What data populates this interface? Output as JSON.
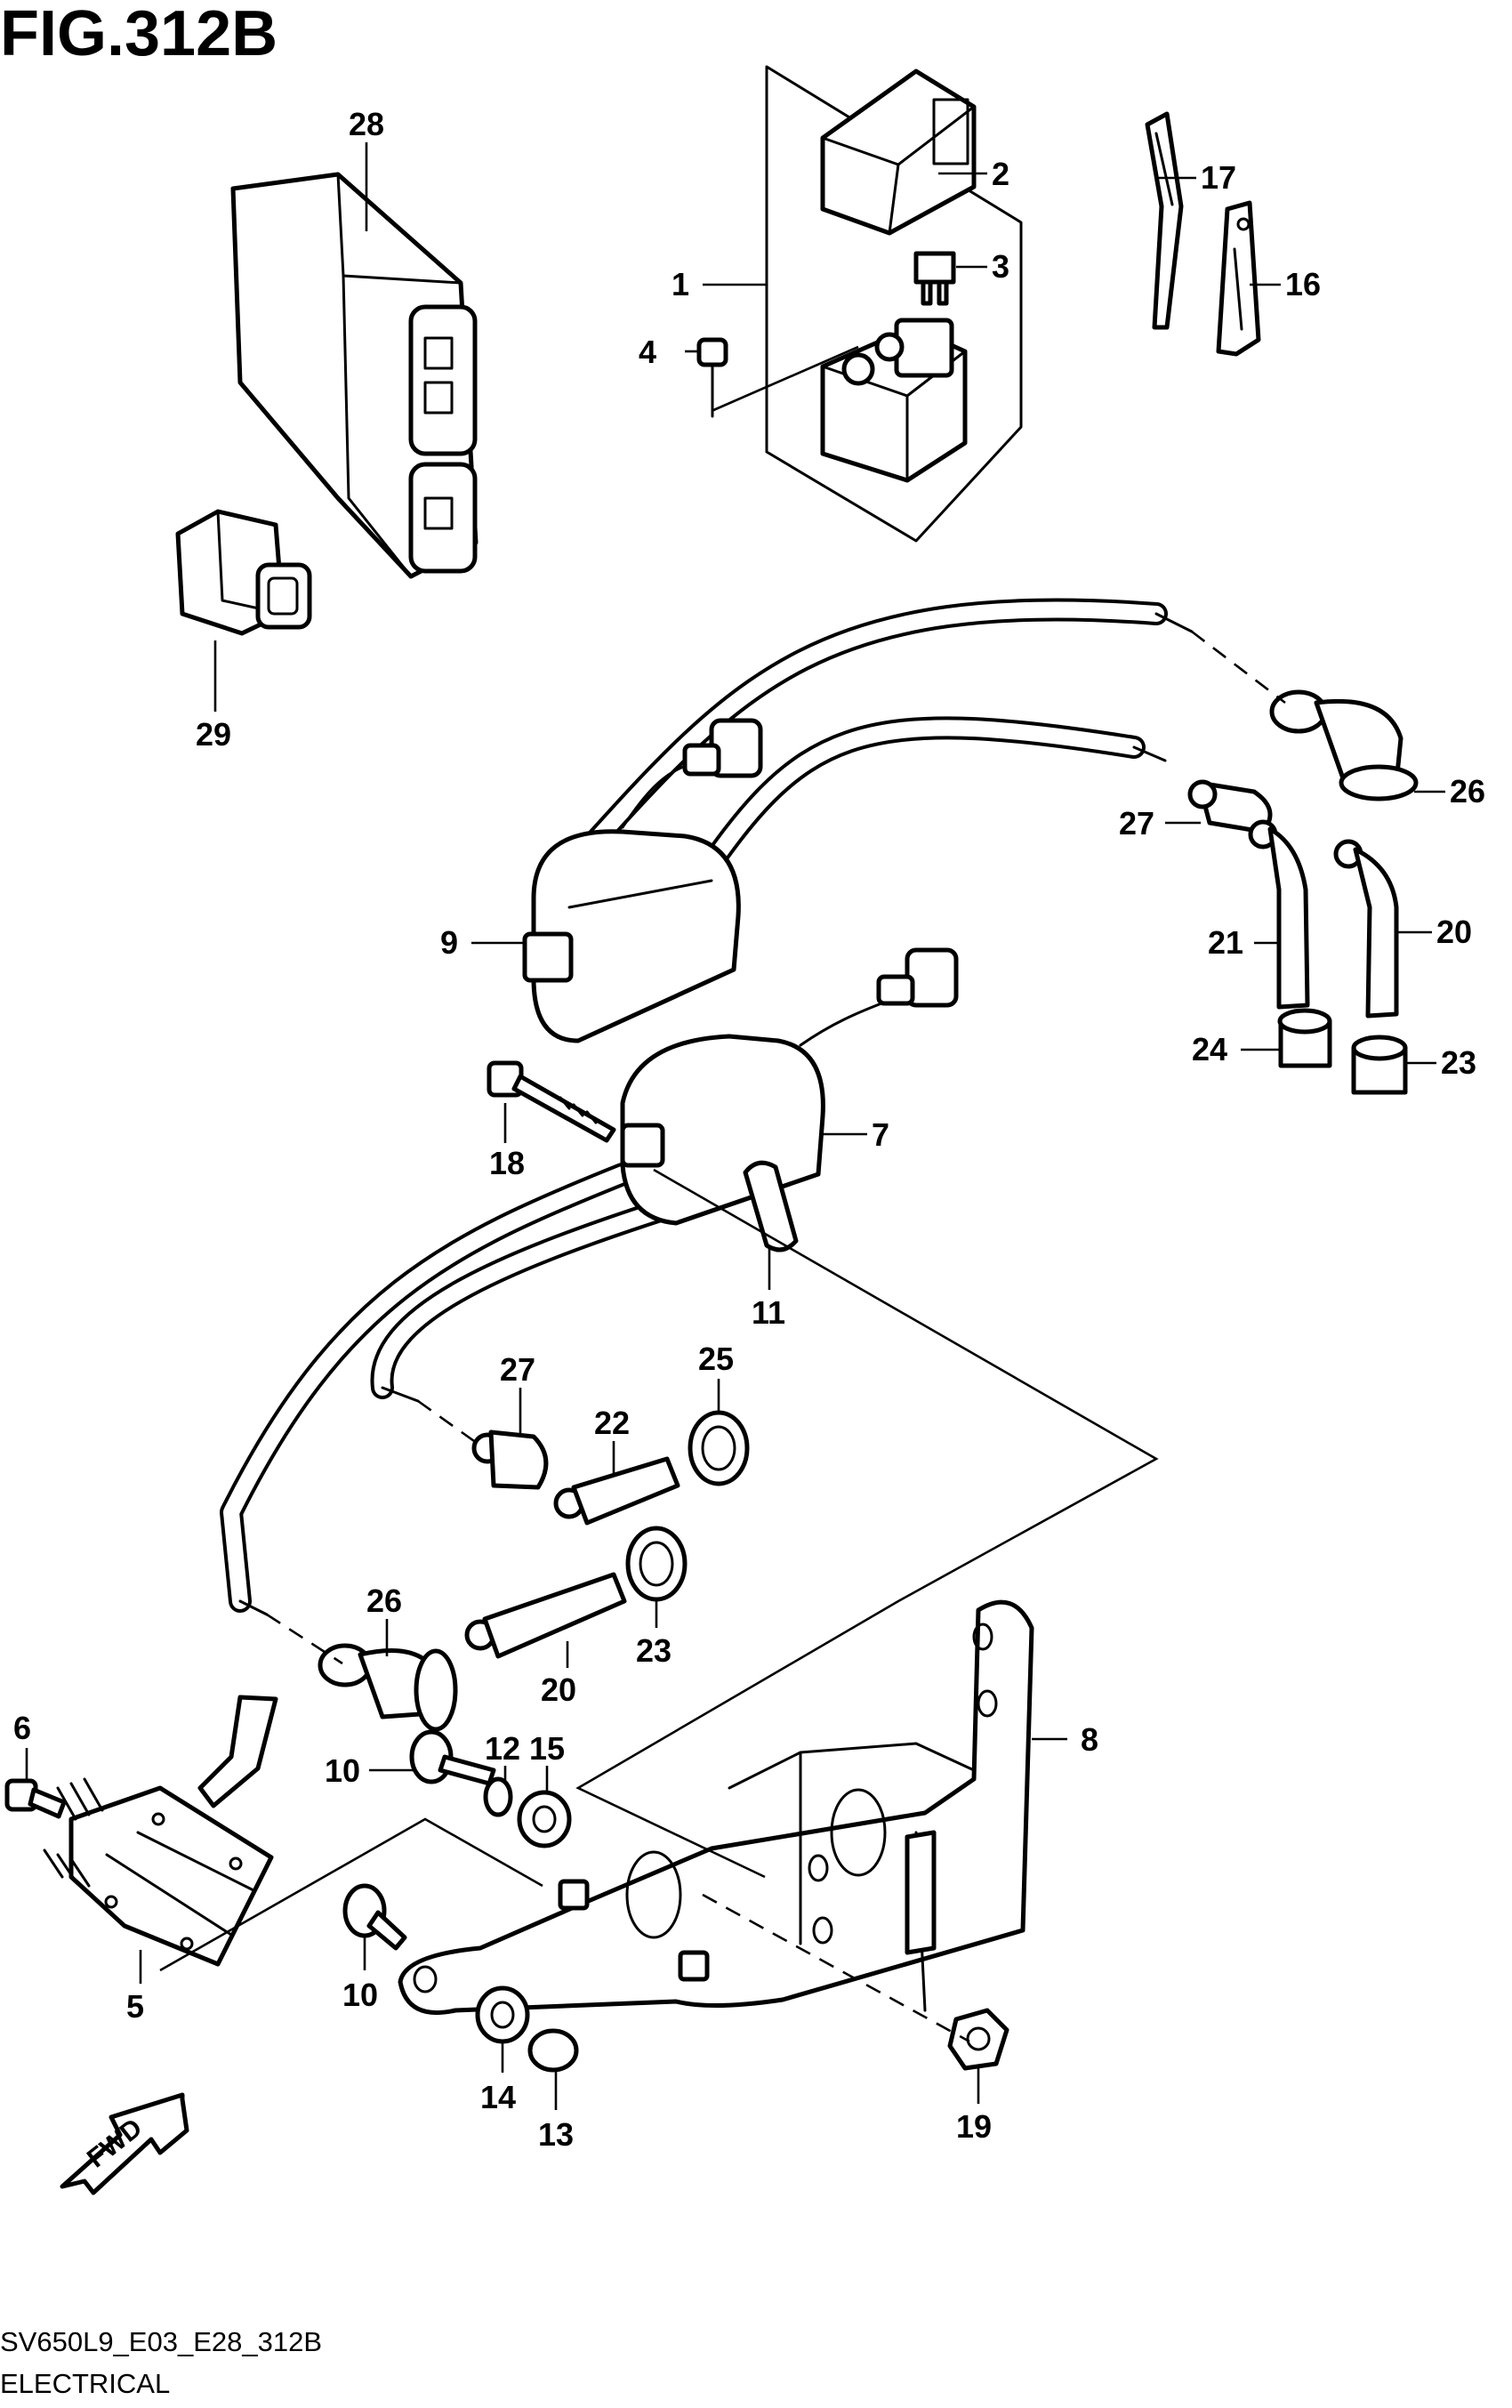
{
  "figure": {
    "title": "FIG.312B",
    "model_code": "SV650L9_E03_E28_312B",
    "section": "ELECTRICAL",
    "fwd_label": "FWD"
  },
  "callouts": {
    "c1": "1",
    "c2": "2",
    "c3": "3",
    "c4": "4",
    "c5": "5",
    "c6": "6",
    "c7": "7",
    "c8": "8",
    "c9": "9",
    "c10a": "10",
    "c10b": "10",
    "c11": "11",
    "c12": "12",
    "c13": "13",
    "c14": "14",
    "c15": "15",
    "c16": "16",
    "c17": "17",
    "c18": "18",
    "c19": "19",
    "c20a": "20",
    "c20b": "20",
    "c21": "21",
    "c22": "22",
    "c23a": "23",
    "c23b": "23",
    "c24": "24",
    "c25": "25",
    "c26a": "26",
    "c26b": "26",
    "c27a": "27",
    "c27b": "27",
    "c28": "28",
    "c29": "29"
  }
}
